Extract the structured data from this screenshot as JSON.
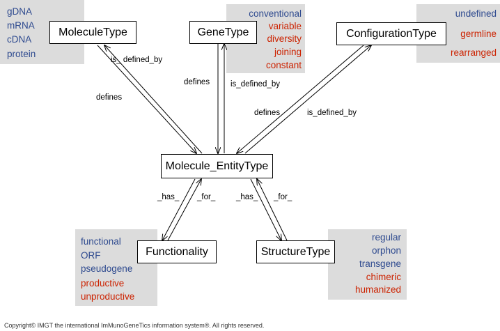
{
  "nodes": {
    "molecule_type": "MoleculeType",
    "gene_type": "GeneType",
    "configuration_type": "ConfigurationType",
    "molecule_entity_type": "Molecule_EntityType",
    "functionality": "Functionality",
    "structure_type": "StructureType"
  },
  "value_lists": {
    "molecule_type": [
      {
        "text": "gDNA",
        "color": "blue"
      },
      {
        "text": "mRNA",
        "color": "blue"
      },
      {
        "text": "cDNA",
        "color": "blue"
      },
      {
        "text": "protein",
        "color": "blue"
      }
    ],
    "gene_type": [
      {
        "text": "conventional",
        "color": "blue"
      },
      {
        "text": "variable",
        "color": "red"
      },
      {
        "text": "diversity",
        "color": "red"
      },
      {
        "text": "joining",
        "color": "red"
      },
      {
        "text": "constant",
        "color": "red"
      }
    ],
    "configuration_type": [
      {
        "text": "undefined",
        "color": "blue"
      },
      {
        "text": "germline",
        "color": "red"
      },
      {
        "text": "rearranged",
        "color": "red"
      }
    ],
    "functionality": [
      {
        "text": "functional",
        "color": "blue"
      },
      {
        "text": "ORF",
        "color": "blue"
      },
      {
        "text": "pseudogene",
        "color": "blue"
      },
      {
        "text": "productive",
        "color": "red"
      },
      {
        "text": "unproductive",
        "color": "red"
      }
    ],
    "structure_type": [
      {
        "text": "regular",
        "color": "blue"
      },
      {
        "text": "orphon",
        "color": "blue"
      },
      {
        "text": "transgene",
        "color": "blue"
      },
      {
        "text": "chimeric",
        "color": "red"
      },
      {
        "text": "humanized",
        "color": "red"
      }
    ]
  },
  "edge_labels": {
    "molecule_is_defined_by": "is_ defined_by",
    "molecule_defines": "defines",
    "gene_defines": "defines",
    "gene_is_defined_by": "is_defined_by",
    "config_defines": "defines",
    "config_is_defined_by": "is_defined_by",
    "func_has": "_has_",
    "func_for": "_for_",
    "struct_has": "_has_",
    "struct_for": "_for_"
  },
  "colors": {
    "blue": "#2e4a8f",
    "red": "#cc2200",
    "panel_gray": "#dcdcdc"
  },
  "copyright": "Copyright© IMGT the international ImMunoGeneTics information system®. All rights reserved."
}
